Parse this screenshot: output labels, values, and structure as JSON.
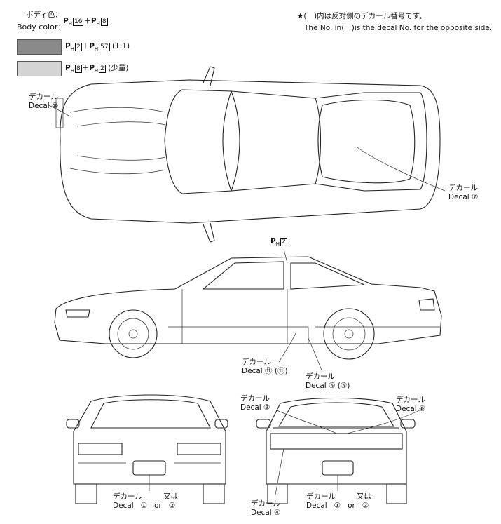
{
  "header": {
    "body_color_jp": "ボディ色：",
    "body_color_en": "Body color：",
    "body_color_paint": {
      "p1_prefix": "P",
      "p1_sub": "H",
      "p1_num": "16",
      "plus": "＋",
      "p2_prefix": "P",
      "p2_sub": "H",
      "p2_num": "8"
    },
    "note_jp": "★(　)内は反対側のデカール番号です。",
    "note_en": "The No. in(　)is the decal No. for the opposite side."
  },
  "swatches": [
    {
      "color": "#8a8a8a",
      "paint": {
        "a_num": "2",
        "b_num": "57",
        "ratio": "(1:1)"
      }
    },
    {
      "color": "#d4d4d4",
      "paint": {
        "a_num": "8",
        "b_num": "2",
        "ratio": "(少量)"
      }
    }
  ],
  "callouts": {
    "top_hood": {
      "jp": "デカール",
      "en": "Decal",
      "num": "⑩"
    },
    "top_rear": {
      "jp": "デカール",
      "en": "Decal",
      "num": "⑦"
    },
    "pillar_paint": {
      "prefix": "P",
      "sub": "H",
      "num": "2"
    },
    "side_door": {
      "jp": "デカール",
      "en": "Decal",
      "num": "⑪ (⑪)"
    },
    "side_rocker": {
      "jp": "デカール",
      "en": "Decal",
      "num": "⑤ (⑤)"
    },
    "front_plate": {
      "jp": "デカール",
      "en": "Decal",
      "num": "①",
      "or_jp": "又は",
      "or_en": "or",
      "alt": "②"
    },
    "rear_left": {
      "jp": "デカール",
      "en": "Decal",
      "num": "③"
    },
    "rear_right": {
      "jp": "デカール",
      "en": "Decal",
      "num": "⑥"
    },
    "rear_bumper": {
      "jp": "デカール",
      "en": "Decal",
      "num": "④"
    },
    "rear_plate": {
      "jp": "デカール",
      "en": "Decal",
      "num": "①",
      "or_jp": "又は",
      "or_en": "or",
      "alt": "②"
    }
  }
}
